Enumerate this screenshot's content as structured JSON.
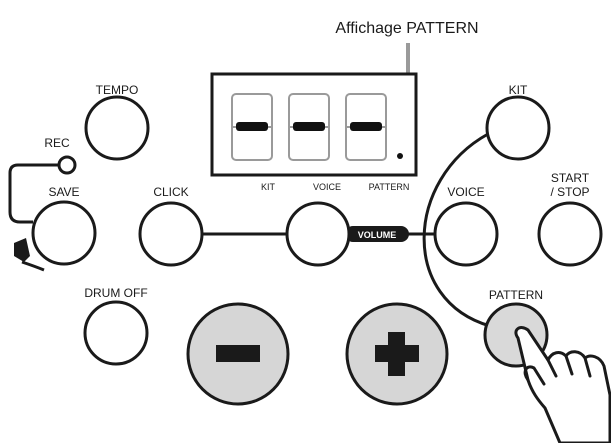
{
  "callout": {
    "display_label": "Affichage PATTERN"
  },
  "display": {
    "digits": [
      "-",
      "-",
      "-"
    ],
    "labels": {
      "kit": "KIT",
      "voice": "VOICE",
      "pattern": "PATTERN"
    }
  },
  "buttons": {
    "tempo": "TEMPO",
    "rec": "REC",
    "save": "SAVE",
    "click": "CLICK",
    "kit": "KIT",
    "voice": "VOICE",
    "start_stop_line1": "START",
    "start_stop_line2": "/ STOP",
    "drum_off": "DRUM OFF",
    "pattern": "PATTERN",
    "minus": "−",
    "plus": "+"
  },
  "volume_label": "VOLUME",
  "colors": {
    "ink": "#1a1a1a",
    "button_fill": "#ffffff",
    "big_button_fill": "#d6d6d6",
    "pressed_fill": "#d9d9d9",
    "segment_on": "#111111",
    "segment_off": "#9a9a9a",
    "callout_arrow": "#9a9a9a"
  },
  "icons": {
    "pressing_hand": "hand-pointer-icon",
    "foot": "foot-pedal-icon"
  }
}
